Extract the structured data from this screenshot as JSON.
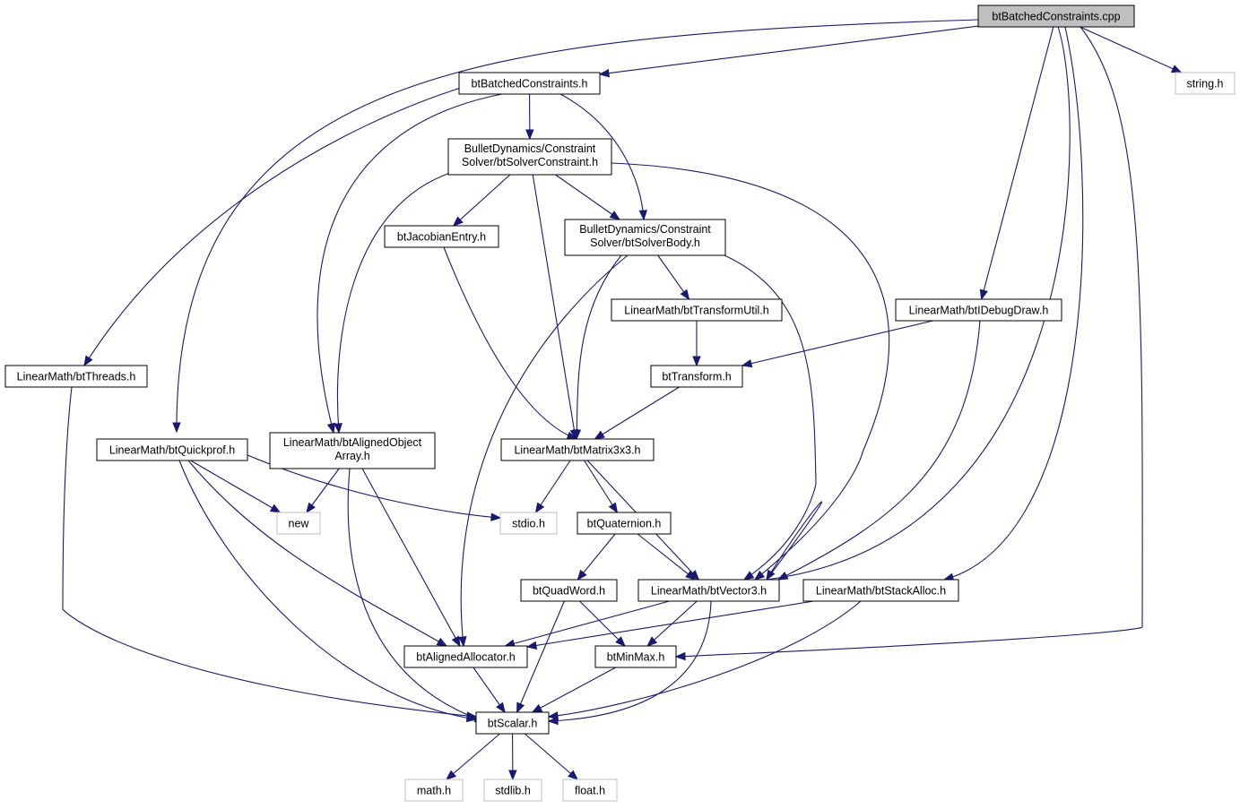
{
  "nodes": {
    "root": "btBatchedConstraints.cpp",
    "bc_h": "btBatchedConstraints.h",
    "string_h": "string.h",
    "solver_constraint": [
      "BulletDynamics/Constraint",
      "Solver/btSolverConstraint.h"
    ],
    "jacobian": "btJacobianEntry.h",
    "solver_body": [
      "BulletDynamics/Constraint",
      "Solver/btSolverBody.h"
    ],
    "transform_util": "LinearMath/btTransformUtil.h",
    "idebug_draw": "LinearMath/btIDebugDraw.h",
    "threads": "LinearMath/btThreads.h",
    "transform": "btTransform.h",
    "quickprof": "LinearMath/btQuickprof.h",
    "aligned_object_array": [
      "LinearMath/btAlignedObject",
      "Array.h"
    ],
    "matrix3x3": "LinearMath/btMatrix3x3.h",
    "new": "new",
    "stdio_h": "stdio.h",
    "quaternion": "btQuaternion.h",
    "quadword": "btQuadWord.h",
    "vector3": "LinearMath/btVector3.h",
    "stack_alloc": "LinearMath/btStackAlloc.h",
    "aligned_allocator": "btAlignedAllocator.h",
    "minmax": "btMinMax.h",
    "scalar": "btScalar.h",
    "math_h": "math.h",
    "stdlib_h": "stdlib.h",
    "float_h": "float.h"
  },
  "edges": [
    [
      "root",
      "bc_h"
    ],
    [
      "root",
      "string_h"
    ],
    [
      "root",
      "idebug_draw"
    ],
    [
      "root",
      "quickprof"
    ],
    [
      "root",
      "stack_alloc"
    ],
    [
      "root",
      "minmax"
    ],
    [
      "root",
      "vector3"
    ],
    [
      "bc_h",
      "solver_constraint"
    ],
    [
      "bc_h",
      "solver_body"
    ],
    [
      "bc_h",
      "threads"
    ],
    [
      "bc_h",
      "aligned_object_array"
    ],
    [
      "solver_constraint",
      "jacobian"
    ],
    [
      "solver_constraint",
      "solver_body"
    ],
    [
      "solver_constraint",
      "matrix3x3"
    ],
    [
      "solver_constraint",
      "aligned_object_array"
    ],
    [
      "solver_constraint",
      "vector3"
    ],
    [
      "solver_body",
      "transform_util"
    ],
    [
      "solver_body",
      "matrix3x3"
    ],
    [
      "solver_body",
      "vector3"
    ],
    [
      "solver_body",
      "aligned_allocator"
    ],
    [
      "jacobian",
      "matrix3x3"
    ],
    [
      "transform_util",
      "transform"
    ],
    [
      "idebug_draw",
      "transform"
    ],
    [
      "idebug_draw",
      "vector3"
    ],
    [
      "transform",
      "matrix3x3"
    ],
    [
      "threads",
      "scalar"
    ],
    [
      "quickprof",
      "new"
    ],
    [
      "quickprof",
      "stdio_h"
    ],
    [
      "quickprof",
      "aligned_allocator"
    ],
    [
      "quickprof",
      "scalar"
    ],
    [
      "aligned_object_array",
      "new"
    ],
    [
      "aligned_object_array",
      "aligned_allocator"
    ],
    [
      "aligned_object_array",
      "scalar"
    ],
    [
      "matrix3x3",
      "stdio_h"
    ],
    [
      "matrix3x3",
      "quaternion"
    ],
    [
      "matrix3x3",
      "vector3"
    ],
    [
      "quaternion",
      "quadword"
    ],
    [
      "quaternion",
      "vector3"
    ],
    [
      "quadword",
      "minmax"
    ],
    [
      "quadword",
      "scalar"
    ],
    [
      "vector3",
      "aligned_allocator"
    ],
    [
      "vector3",
      "minmax"
    ],
    [
      "vector3",
      "scalar"
    ],
    [
      "stack_alloc",
      "aligned_allocator"
    ],
    [
      "stack_alloc",
      "scalar"
    ],
    [
      "aligned_allocator",
      "scalar"
    ],
    [
      "minmax",
      "scalar"
    ],
    [
      "scalar",
      "math_h"
    ],
    [
      "scalar",
      "stdlib_h"
    ],
    [
      "scalar",
      "float_h"
    ]
  ]
}
